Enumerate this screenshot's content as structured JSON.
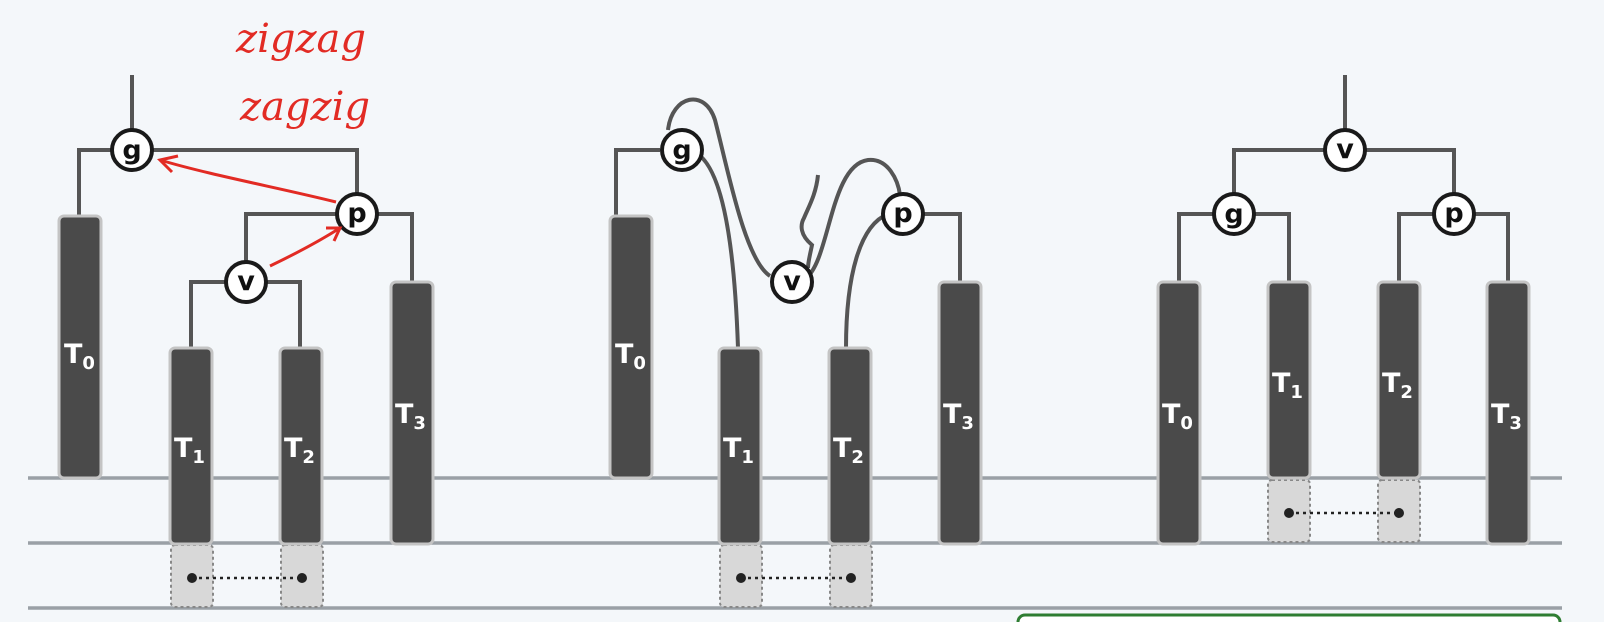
{
  "annotations": {
    "line1": "zigzag",
    "line2": "zagzig",
    "color": "#e22b24"
  },
  "panels": {
    "before": {
      "nodes": {
        "g": "g",
        "p": "p",
        "v": "v"
      },
      "subtrees": {
        "t0": "T",
        "t0_sub": "0",
        "t1": "T",
        "t1_sub": "1",
        "t2": "T",
        "t2_sub": "2",
        "t3": "T",
        "t3_sub": "3"
      }
    },
    "during": {
      "nodes": {
        "g": "g",
        "p": "p",
        "v": "v"
      },
      "subtrees": {
        "t0": "T",
        "t0_sub": "0",
        "t1": "T",
        "t1_sub": "1",
        "t2": "T",
        "t2_sub": "2",
        "t3": "T",
        "t3_sub": "3"
      }
    },
    "after": {
      "nodes": {
        "v": "v",
        "g": "g",
        "p": "p"
      },
      "subtrees": {
        "t0": "T",
        "t0_sub": "0",
        "t1": "T",
        "t1_sub": "1",
        "t2": "T",
        "t2_sub": "2",
        "t3": "T",
        "t3_sub": "3"
      }
    }
  },
  "colors": {
    "subtree_fill": "#4a4a4a",
    "edge": "#555555",
    "background": "#f4f7fa",
    "footer_bar": "#2e7d32"
  }
}
